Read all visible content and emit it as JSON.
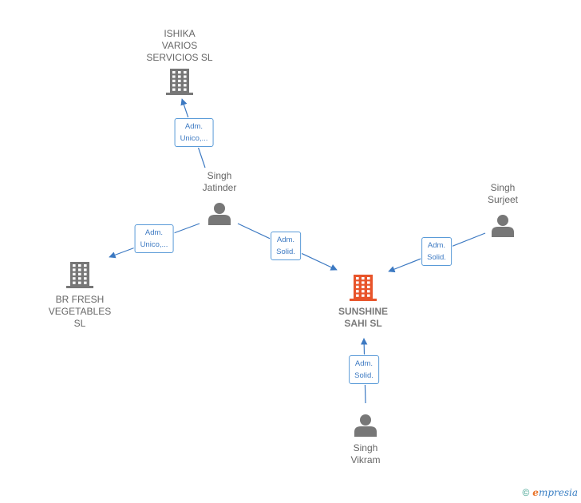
{
  "nodes": {
    "ishika": {
      "label": "ISHIKA\nVARIOS\nSERVICIOS  SL",
      "type": "company"
    },
    "br_fresh": {
      "label": "BR FRESH\nVEGETABLES\nSL",
      "type": "company"
    },
    "sunshine": {
      "label": "SUNSHINE\nSAHI  SL",
      "type": "company-main"
    },
    "jatinder": {
      "label": "Singh\nJatinder",
      "type": "person"
    },
    "surjeet": {
      "label": "Singh\nSurjeet",
      "type": "person"
    },
    "vikram": {
      "label": "Singh\nVikram",
      "type": "person"
    }
  },
  "edges": [
    {
      "from": "jatinder",
      "to": "ishika",
      "label": "Adm.\nUnico,..."
    },
    {
      "from": "jatinder",
      "to": "br_fresh",
      "label": "Adm.\nUnico,..."
    },
    {
      "from": "jatinder",
      "to": "sunshine",
      "label": "Adm.\nSolid."
    },
    {
      "from": "surjeet",
      "to": "sunshine",
      "label": "Adm.\nSolid."
    },
    {
      "from": "vikram",
      "to": "sunshine",
      "label": "Adm.\nSolid."
    }
  ],
  "colors": {
    "edge": "#3c79c2",
    "company": "#777777",
    "company_main": "#e8542a",
    "person": "#777777"
  },
  "footer": {
    "copyright": "©",
    "brand_e": "e",
    "brand_rest": "mpresia"
  }
}
